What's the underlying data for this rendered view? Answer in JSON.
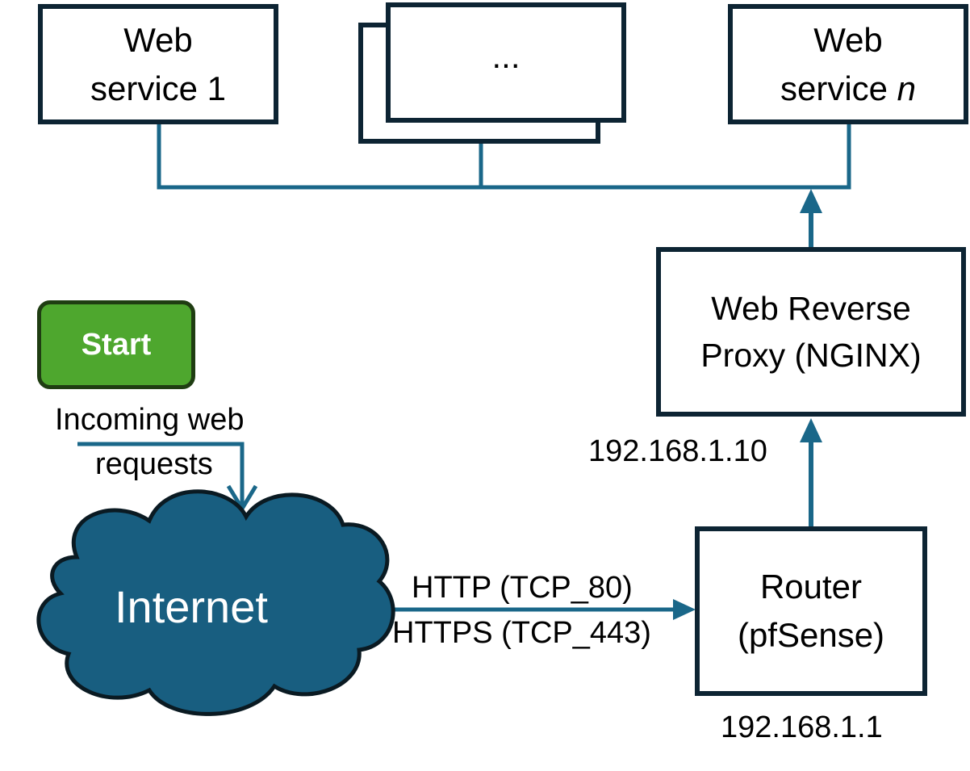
{
  "colors": {
    "line": "#1a6789",
    "box_border": "#0d2433",
    "cloud": "#185e80",
    "start_fill": "#4ea72e"
  },
  "services": {
    "s1": {
      "line1": "Web",
      "line2": "service 1"
    },
    "middle": {
      "label": "..."
    },
    "sn": {
      "line1": "Web",
      "line2_prefix": "service ",
      "line2_italic": "n"
    }
  },
  "proxy": {
    "line1": "Web Reverse",
    "line2": "Proxy (NGINX)",
    "ip": "192.168.1.10"
  },
  "router": {
    "line1": "Router",
    "line2": "(pfSense)",
    "ip": "192.168.1.1"
  },
  "start": {
    "label": "Start",
    "caption_line1": "Incoming web",
    "caption_line2": "requests"
  },
  "internet": {
    "label": "Internet"
  },
  "link": {
    "http": "HTTP (TCP_80)",
    "https": "HTTPS (TCP_443)"
  }
}
